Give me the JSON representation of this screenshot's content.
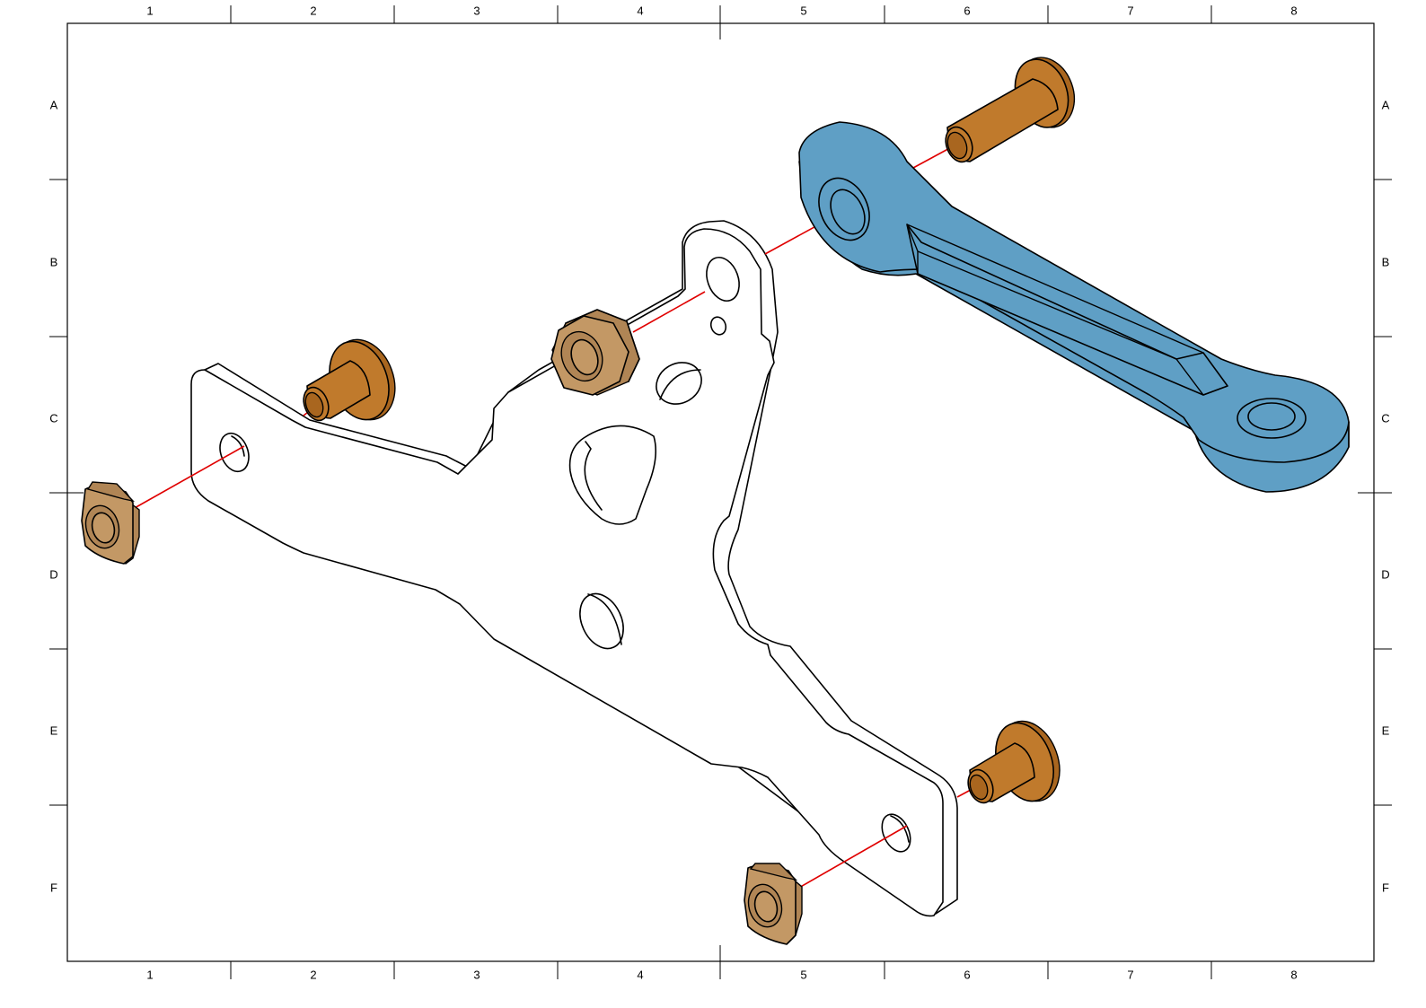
{
  "sheet": {
    "columns": [
      "1",
      "2",
      "3",
      "4",
      "5",
      "6",
      "7",
      "8"
    ],
    "rows": [
      "A",
      "B",
      "C",
      "D",
      "E",
      "F"
    ]
  },
  "parts": {
    "bracket": "plate-bracket",
    "link_arm": "link-arm",
    "shoulder_bolts": 3,
    "hex_nuts": 1,
    "t_slot_nuts": 2
  },
  "colors": {
    "link_arm": "#5f9fc5",
    "shoulder_bolt": "#c07a2c",
    "nut": "#c39865",
    "assembly_axis": "#e00000",
    "bracket": "#ffffff"
  }
}
